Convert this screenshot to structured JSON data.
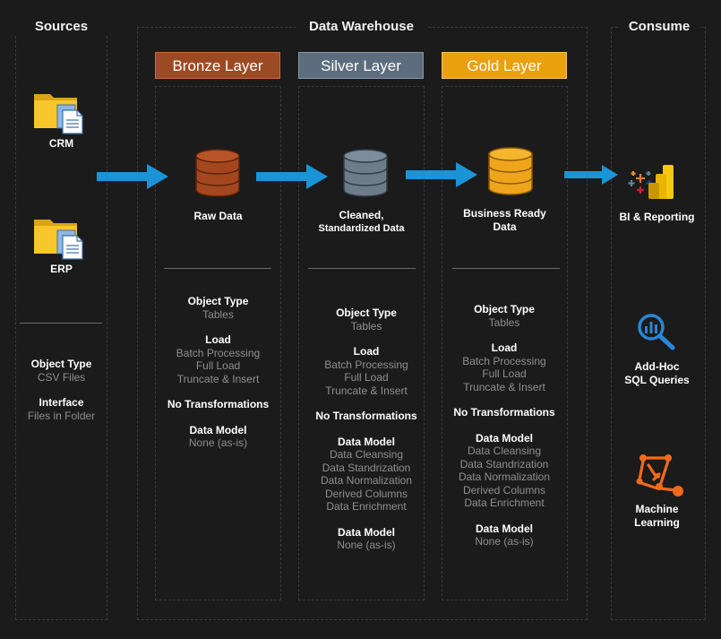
{
  "sections": {
    "sources": "Sources",
    "warehouse": "Data Warehouse",
    "consume": "Consume"
  },
  "layers": {
    "bronze": {
      "title": "Bronze Layer",
      "color": "#9c4a24",
      "db_label": "Raw Data",
      "object_type_h": "Object Type",
      "object_type_v": "Tables",
      "load_h": "Load",
      "load_v1": "Batch Processing",
      "load_v2": "Full Load",
      "load_v3": "Truncate & Insert",
      "transform_h": "No Transformations",
      "model_h": "Data Model",
      "model_v": "None (as-is)"
    },
    "silver": {
      "title": "Silver Layer",
      "color": "#5d6d7d",
      "db_label_1": "Cleaned,",
      "db_label_2": "Standardized Data",
      "object_type_h": "Object Type",
      "object_type_v": "Tables",
      "load_h": "Load",
      "load_v1": "Batch Processing",
      "load_v2": "Full Load",
      "load_v3": "Truncate & Insert",
      "transform_h": "No Transformations",
      "dm1_h": "Data Model",
      "dm1_v1": "Data Cleansing",
      "dm1_v2": "Data Standrization",
      "dm1_v3": "Data Normalization",
      "dm1_v4": "Derived Columns",
      "dm1_v5": "Data Enrichment",
      "dm2_h": "Data Model",
      "dm2_v": "None (as-is)"
    },
    "gold": {
      "title": "Gold Layer",
      "color": "#eba00f",
      "db_label_1": "Business Ready",
      "db_label_2": "Data",
      "object_type_h": "Object Type",
      "object_type_v": "Tables",
      "load_h": "Load",
      "load_v1": "Batch Processing",
      "load_v2": "Full Load",
      "load_v3": "Truncate & Insert",
      "transform_h": "No Transformations",
      "dm1_h": "Data Model",
      "dm1_v1": "Data Cleansing",
      "dm1_v2": "Data Standrization",
      "dm1_v3": "Data Normalization",
      "dm1_v4": "Derived Columns",
      "dm1_v5": "Data Enrichment",
      "dm2_h": "Data Model",
      "dm2_v": "None (as-is)"
    }
  },
  "sources": {
    "crm": "CRM",
    "erp": "ERP",
    "object_type_h": "Object Type",
    "object_type_v": "CSV Files",
    "interface_h": "Interface",
    "interface_v": "Files in Folder"
  },
  "consume": {
    "bi": "BI & Reporting",
    "sql_1": "Add-Hoc",
    "sql_2": "SQL Queries",
    "ml_1": "Machine",
    "ml_2": "Learning"
  },
  "colors": {
    "arrow": "#1a94d6",
    "bronze_db": "#a4471f",
    "silver_db": "#6e7c8a",
    "gold_db": "#efa51b",
    "folder": "#f4c01d",
    "ml": "#f26a1c",
    "sql": "#2a86d6"
  },
  "icons": [
    "folder-file-icon",
    "database-icon",
    "tableau-icon",
    "powerbi-icon",
    "search-chart-icon",
    "machine-learning-icon",
    "arrow-right-icon"
  ]
}
